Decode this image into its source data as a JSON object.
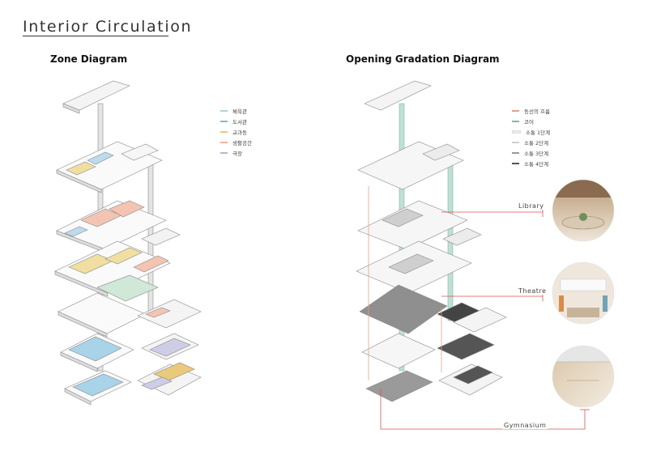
{
  "page": {
    "title": "Interior Circulation"
  },
  "zone_diagram": {
    "title": "Zone Diagram",
    "legend": [
      {
        "label": "체육관",
        "color": "#a9d3e8"
      },
      {
        "label": "도서관",
        "color": "#7fb9d8"
      },
      {
        "label": "교과동",
        "color": "#e9c97a"
      },
      {
        "label": "생활공간",
        "color": "#eeb49f"
      },
      {
        "label": "극장",
        "color": "#b6b6d6"
      }
    ]
  },
  "opening_diagram": {
    "title": "Opening Gradation Diagram",
    "legend": [
      {
        "label": "동선의 흐름",
        "color": "#e3a08c"
      },
      {
        "label": "코어",
        "color": "#7fb8a8"
      },
      {
        "label": "소통 1단계",
        "color": "#ececec"
      },
      {
        "label": "소통 2단계",
        "color": "#cfcfcf"
      },
      {
        "label": "소통 3단계",
        "color": "#9a9a9a"
      },
      {
        "label": "소통 4단계",
        "color": "#555555"
      }
    ],
    "callouts": [
      {
        "label": "Library"
      },
      {
        "label": "Theatre"
      },
      {
        "label": "Gymnasium"
      }
    ]
  },
  "colors": {
    "callout_line": "#d9534f",
    "slab_edge": "#8a8a8a"
  }
}
